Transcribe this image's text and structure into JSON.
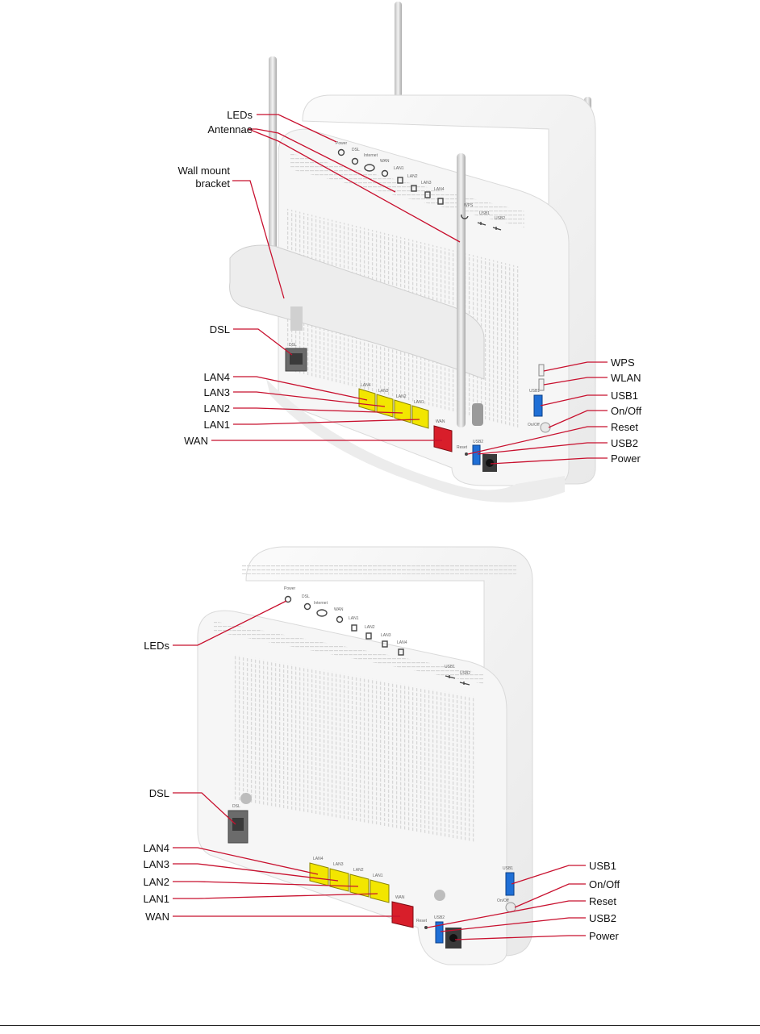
{
  "diagram_top": {
    "callouts": {
      "leds": "LEDs",
      "antennae": "Antennae",
      "wall_mount_line1": "Wall mount",
      "wall_mount_line2": "bracket",
      "dsl": "DSL",
      "lan4": "LAN4",
      "lan3": "LAN3",
      "lan2": "LAN2",
      "lan1": "LAN1",
      "wan": "WAN",
      "wps": "WPS",
      "wlan": "WLAN",
      "usb1": "USB1",
      "onoff": "On/Off",
      "reset": "Reset",
      "usb2": "USB2",
      "power": "Power"
    },
    "led_labels": [
      "Power",
      "DSL",
      "Internet",
      "WAN",
      "LAN1",
      "LAN2",
      "LAN3",
      "LAN4",
      "WPS",
      "USB1",
      "USB2"
    ],
    "port_labels": [
      "LAN4",
      "LAN3",
      "LAN2",
      "LAN1",
      "WAN",
      "DSL",
      "USB1",
      "On/Off",
      "Reset",
      "USB2"
    ]
  },
  "diagram_bottom": {
    "callouts": {
      "leds": "LEDs",
      "dsl": "DSL",
      "lan4": "LAN4",
      "lan3": "LAN3",
      "lan2": "LAN2",
      "lan1": "LAN1",
      "wan": "WAN",
      "usb1": "USB1",
      "onoff": "On/Off",
      "reset": "Reset",
      "usb2": "USB2",
      "power": "Power"
    },
    "led_labels": [
      "Power",
      "DSL",
      "Internet",
      "WAN",
      "LAN1",
      "LAN2",
      "LAN3",
      "LAN4",
      "USB1",
      "USB2"
    ],
    "port_labels": [
      "LAN4",
      "LAN3",
      "LAN2",
      "LAN1",
      "WAN",
      "DSL",
      "USB1",
      "On/Off",
      "Reset",
      "USB2"
    ]
  },
  "colors": {
    "leader": "#c8102e",
    "lan_port": "#f2e600",
    "wan_port": "#d81e2a",
    "usb_port": "#1f6fd6",
    "body": "#f4f4f4"
  }
}
